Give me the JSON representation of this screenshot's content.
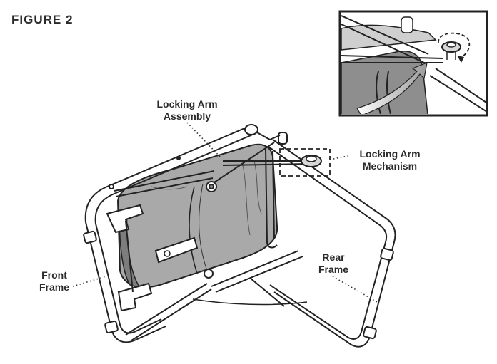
{
  "figure": {
    "title": "FIGURE 2"
  },
  "labels": {
    "locking_arm_assembly": [
      "Locking Arm",
      "Assembly"
    ],
    "locking_arm_mechanism": [
      "Locking Arm",
      "Mechanism"
    ],
    "front_frame": [
      "Front",
      "Frame"
    ],
    "rear_frame": [
      "Rear",
      "Frame"
    ]
  }
}
